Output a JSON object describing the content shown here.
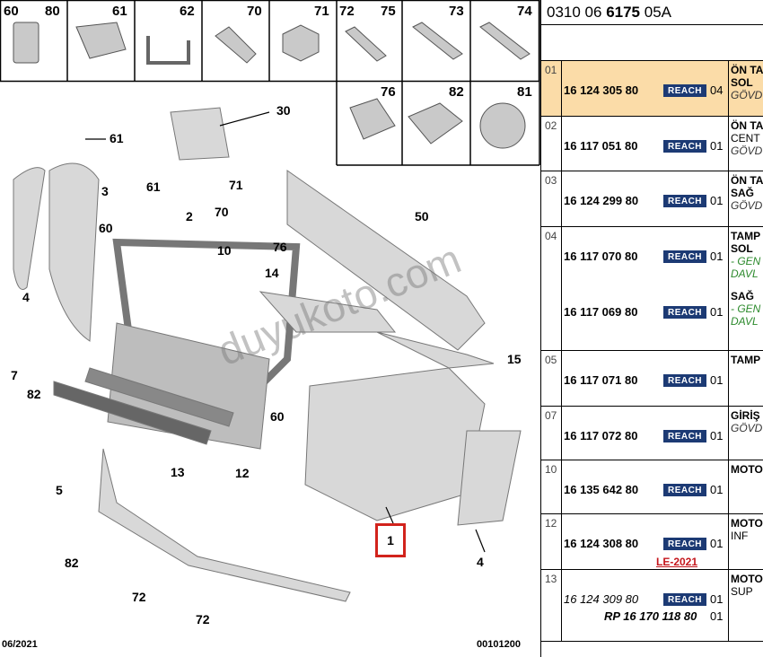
{
  "diagram": {
    "top_cells": [
      {
        "label": "60"
      },
      {
        "label": "80"
      },
      {
        "label": "61"
      },
      {
        "label": "62"
      },
      {
        "label": "70"
      },
      {
        "label": "71"
      },
      {
        "label": "72"
      },
      {
        "label": "75"
      },
      {
        "label": "73"
      },
      {
        "label": "74"
      },
      {
        "label": "76"
      },
      {
        "label": "82"
      },
      {
        "label": "81"
      }
    ],
    "callouts": [
      {
        "label": "30"
      },
      {
        "label": "61"
      },
      {
        "label": "3"
      },
      {
        "label": "61"
      },
      {
        "label": "2"
      },
      {
        "label": "71"
      },
      {
        "label": "70"
      },
      {
        "label": "50"
      },
      {
        "label": "60"
      },
      {
        "label": "10"
      },
      {
        "label": "76"
      },
      {
        "label": "14"
      },
      {
        "label": "4"
      },
      {
        "label": "7"
      },
      {
        "label": "82"
      },
      {
        "label": "15"
      },
      {
        "label": "60"
      },
      {
        "label": "13"
      },
      {
        "label": "12"
      },
      {
        "label": "5"
      },
      {
        "label": "82"
      },
      {
        "label": "72"
      },
      {
        "label": "72"
      },
      {
        "label": "4"
      }
    ],
    "selected_callout": "1",
    "watermark": "duyukoto.com",
    "footer_date": "06/2021",
    "footer_code": "00101200"
  },
  "table": {
    "ref_prefix": "0310 06 ",
    "ref_bold": "6175",
    "ref_suffix": " 05A",
    "reach_label": "REACH",
    "rows": [
      {
        "idx": "01",
        "highlight": true,
        "parts": [
          {
            "pn": "16 124 305 80",
            "qty": "04"
          }
        ],
        "desc": [
          {
            "t": "ÖN TA",
            "c": "b"
          },
          {
            "t": "SOL",
            "c": "b"
          },
          {
            "t": "GÖVD",
            "c": "i"
          }
        ]
      },
      {
        "idx": "02",
        "parts": [
          {
            "pn": "16 117 051 80",
            "qty": "01"
          }
        ],
        "desc": [
          {
            "t": "ÖN TA",
            "c": "b"
          },
          {
            "t": "CENT",
            "c": ""
          },
          {
            "t": "GÖVD",
            "c": "i"
          }
        ]
      },
      {
        "idx": "03",
        "parts": [
          {
            "pn": "16 124 299 80",
            "qty": "01"
          }
        ],
        "desc": [
          {
            "t": "ÖN TA",
            "c": "b"
          },
          {
            "t": "SAĞ",
            "c": "b"
          },
          {
            "t": "GÖVD",
            "c": "i"
          }
        ]
      },
      {
        "idx": "04",
        "parts": [
          {
            "pn": "16 117 070 80",
            "qty": "01"
          },
          {
            "pn": "16 117 069 80",
            "qty": "01"
          }
        ],
        "desc": [
          {
            "t": "TAMP",
            "c": "b"
          },
          {
            "t": "SOL",
            "c": "b"
          },
          {
            "t": "- GEN",
            "c": "g"
          },
          {
            "t": "DAVL",
            "c": "g"
          },
          {
            "t": "SAĞ",
            "c": "b"
          },
          {
            "t": "- GEN",
            "c": "g"
          },
          {
            "t": "DAVL",
            "c": "g"
          }
        ]
      },
      {
        "idx": "05",
        "parts": [
          {
            "pn": "16 117 071 80",
            "qty": "01"
          }
        ],
        "desc": [
          {
            "t": "TAMP",
            "c": "b"
          }
        ]
      },
      {
        "idx": "07",
        "parts": [
          {
            "pn": "16 117 072 80",
            "qty": "01"
          }
        ],
        "desc": [
          {
            "t": "GİRİŞ",
            "c": "b"
          },
          {
            "t": "GÖVD",
            "c": "i"
          }
        ]
      },
      {
        "idx": "10",
        "parts": [
          {
            "pn": "16 135 642 80",
            "qty": "01"
          }
        ],
        "desc": [
          {
            "t": "MOTO",
            "c": "b"
          }
        ]
      },
      {
        "idx": "12",
        "parts": [
          {
            "pn": "16 124 308 80",
            "qty": "01"
          }
        ],
        "note": "LE-2021",
        "desc": [
          {
            "t": "MOTO",
            "c": "b"
          },
          {
            "t": "INF",
            "c": ""
          }
        ]
      },
      {
        "idx": "13",
        "parts": [
          {
            "pn": "16 124 309 80",
            "qty": "01",
            "italic": true
          }
        ],
        "rp": "RP 16 170 118 80",
        "rp_qty": "01",
        "desc": [
          {
            "t": "MOTO",
            "c": "b"
          },
          {
            "t": "SUP",
            "c": ""
          }
        ]
      }
    ]
  }
}
